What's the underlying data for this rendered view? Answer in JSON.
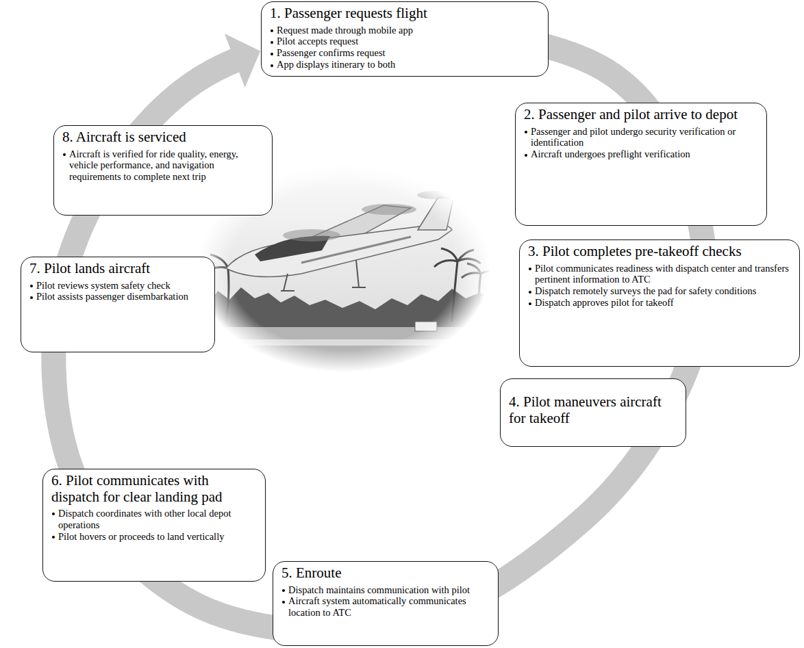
{
  "diagram": {
    "nodes": [
      {
        "text": [
          "1. Passenger requests flight",
          "Request made through mobile app",
          "Pilot accepts request",
          "Passenger confirms request",
          "App displays itinerary to both"
        ]
      },
      {
        "text": [
          "2. Passenger and pilot arrive to depot",
          "Passenger and pilot undergo security verification or identification",
          "Aircraft undergoes preflight verification"
        ]
      },
      {
        "text": [
          "3. Pilot completes pre-takeoff checks",
          "Pilot communicates readiness with dispatch center and transfers pertinent information to ATC",
          "Dispatch remotely surveys the pad for safety conditions",
          "Dispatch approves pilot for takeoff"
        ]
      },
      {
        "text": [
          "4. Pilot maneuvers aircraft for takeoff"
        ]
      },
      {
        "text": [
          "5. Enroute",
          "Dispatch maintains communication with pilot",
          "Aircraft system automatically communicates location to ATC"
        ]
      },
      {
        "text": [
          "6. Pilot communicates with dispatch for clear landing pad",
          "Dispatch coordinates with other local depot operations",
          "Pilot hovers or proceeds to land vertically"
        ]
      },
      {
        "text": [
          "7. Pilot lands aircraft",
          "Pilot reviews system safety check",
          "Pilot assists passenger disembarkation"
        ]
      },
      {
        "text": [
          "8. Aircraft is serviced",
          "Aircraft is verified for ride quality, energy, vehicle performance, and navigation requirements to complete next trip"
        ]
      }
    ],
    "edges": [
      {
        "from": 0,
        "to": 1,
        "arrow": "none"
      },
      {
        "from": 1,
        "to": 2,
        "arrow": "none"
      },
      {
        "from": 2,
        "to": 3,
        "arrow": "none"
      },
      {
        "from": 3,
        "to": 4,
        "arrow": "none"
      },
      {
        "from": 4,
        "to": 5,
        "arrow": "none"
      },
      {
        "from": 5,
        "to": 6,
        "arrow": "none"
      },
      {
        "from": 6,
        "to": 7,
        "arrow": "none"
      },
      {
        "from": 7,
        "to": 0,
        "arrow": "to"
      }
    ]
  }
}
